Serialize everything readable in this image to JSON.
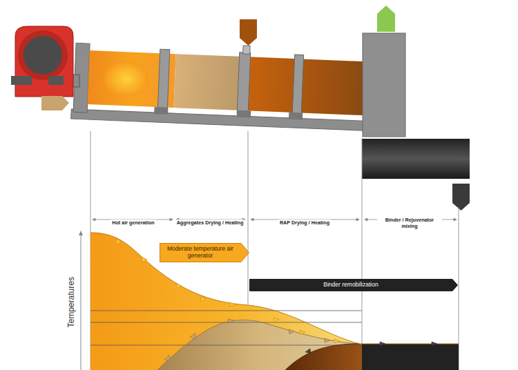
{
  "diagram": {
    "nodes": [
      {
        "text": [
          "Moderate temperature air generator"
        ]
      },
      {
        "text": [
          "Binder remobilization"
        ]
      }
    ],
    "labels": [
      "Hot air generation",
      "Aggregates Drying / Heating",
      "RAP Drying / Heating",
      "Binder / Rejuvenator mixing",
      "Temperatures"
    ]
  }
}
